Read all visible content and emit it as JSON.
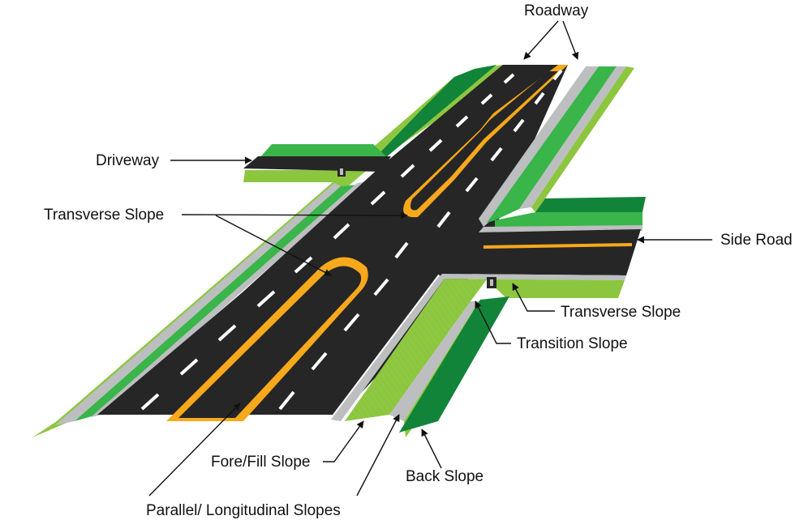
{
  "labels": {
    "roadway": "Roadway",
    "driveway": "Driveway",
    "transverse_slope_left": "Transverse Slope",
    "side_road": "Side Road",
    "transverse_slope_right": "Transverse Slope",
    "transition_slope": "Transition Slope",
    "fore_fill_slope": "Fore/Fill Slope",
    "back_slope": "Back Slope",
    "parallel_longitudinal_slopes": "Parallel/ Longitudinal Slopes"
  },
  "colors": {
    "grass_light": "#8cc63f",
    "grass_mid": "#39b54a",
    "grass_dark": "#12843a",
    "shoulder": "#bcbec0",
    "asphalt": "#262626",
    "median_curb": "#f7a81b",
    "lane_marking": "#ffffff",
    "text": "#111111"
  }
}
